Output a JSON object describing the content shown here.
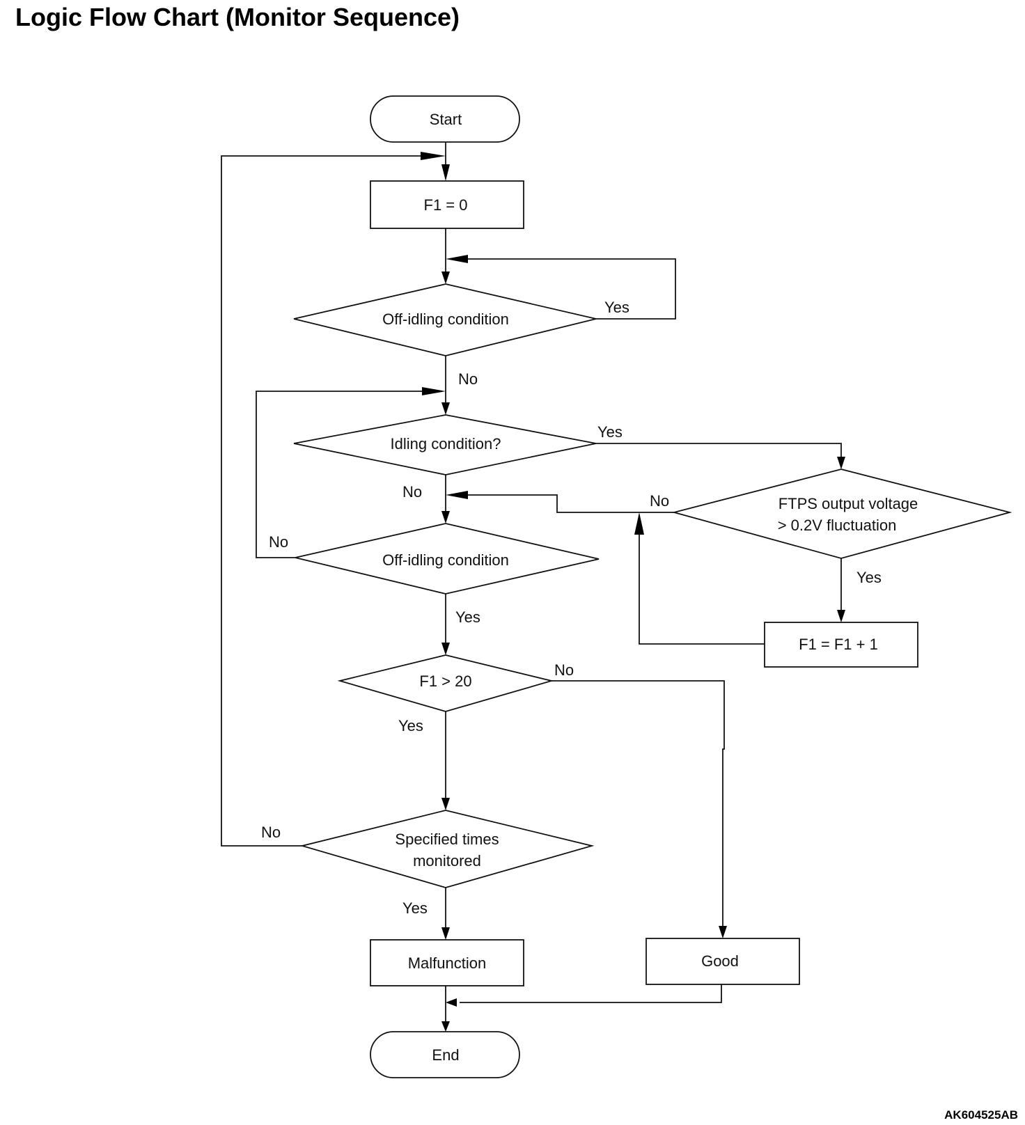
{
  "title": "Logic Flow Chart (Monitor Sequence)",
  "figure_id": "AK604525AB",
  "nodes": {
    "start": "Start",
    "f1_reset": "F1 = 0",
    "off_idling_1": "Off-idling condition",
    "idling": "Idling condition?",
    "ftps_line1": "FTPS output voltage",
    "ftps_line2": "> 0.2V fluctuation",
    "f1_increment": "F1 = F1 + 1",
    "off_idling_2": "Off-idling condition",
    "f1_gt_20": "F1 > 20",
    "specified_line1": "Specified times",
    "specified_line2": "monitored",
    "malfunction": "Malfunction",
    "good": "Good",
    "end": "End"
  },
  "edge_labels": {
    "off_idling_1_yes": "Yes",
    "off_idling_1_no": "No",
    "idling_yes": "Yes",
    "idling_no": "No",
    "ftps_no": "No",
    "ftps_yes": "Yes",
    "off_idling_2_no": "No",
    "off_idling_2_yes": "Yes",
    "f1_gt_20_no": "No",
    "f1_gt_20_yes": "Yes",
    "specified_no": "No",
    "specified_yes": "Yes"
  }
}
